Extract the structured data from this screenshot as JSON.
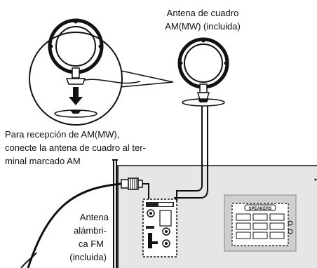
{
  "labels": {
    "am_loop_title": [
      "Antena de cuadro",
      "AM(MW) (incluida)"
    ],
    "am_instruction": [
      "Para recepción de AM(MW),",
      "conecte la antena de cuadro al ter-",
      "minal marcado AM"
    ],
    "fm_wire": [
      "Antena",
      "alámbri-",
      "ca FM",
      "(incluida)"
    ],
    "speakers_panel": "SPEAKERS"
  },
  "colors": {
    "line": "#111111",
    "panel": "#e2e2e2",
    "speaker_block": "#bdbdbd"
  }
}
